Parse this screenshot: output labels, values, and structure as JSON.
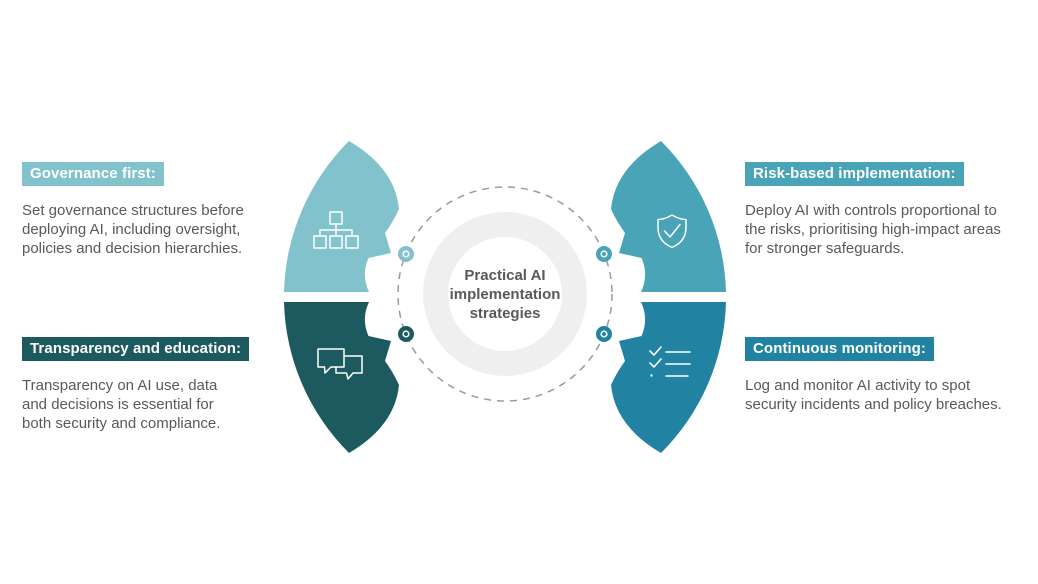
{
  "center": {
    "title": "Practical AI implementation strategies",
    "ring_color": "#EFEFF0",
    "inner_color": "#FFFFFF",
    "dashed_border_color": "#9B9B9B"
  },
  "quadrants": [
    {
      "id": "governance",
      "position": "top-left",
      "label": "Governance first:",
      "body": "Set governance structures before deploying AI, including oversight, policies and decision hierarchies.",
      "color": "#82C2CC",
      "icon": "org-chart-icon"
    },
    {
      "id": "risk",
      "position": "top-right",
      "label": "Risk-based implementation:",
      "body": "Deploy AI with controls proportional to the risks, prioritising high-impact areas for stronger safeguards.",
      "color": "#4AA4B8",
      "icon": "shield-check-icon"
    },
    {
      "id": "transparency",
      "position": "bottom-left",
      "label": "Transparency and education:",
      "body": "Transparency on AI use, data and decisions is essential for both security and compliance.",
      "color": "#1D5A5F",
      "icon": "chat-bubbles-icon"
    },
    {
      "id": "monitoring",
      "position": "bottom-right",
      "label": "Continuous monitoring:",
      "body": "Log and monitor AI activity to spot security incidents and policy breaches.",
      "color": "#2182A2",
      "icon": "checklist-icon"
    }
  ],
  "text_color": "#58595B",
  "icon_color": "#FFFFFF"
}
